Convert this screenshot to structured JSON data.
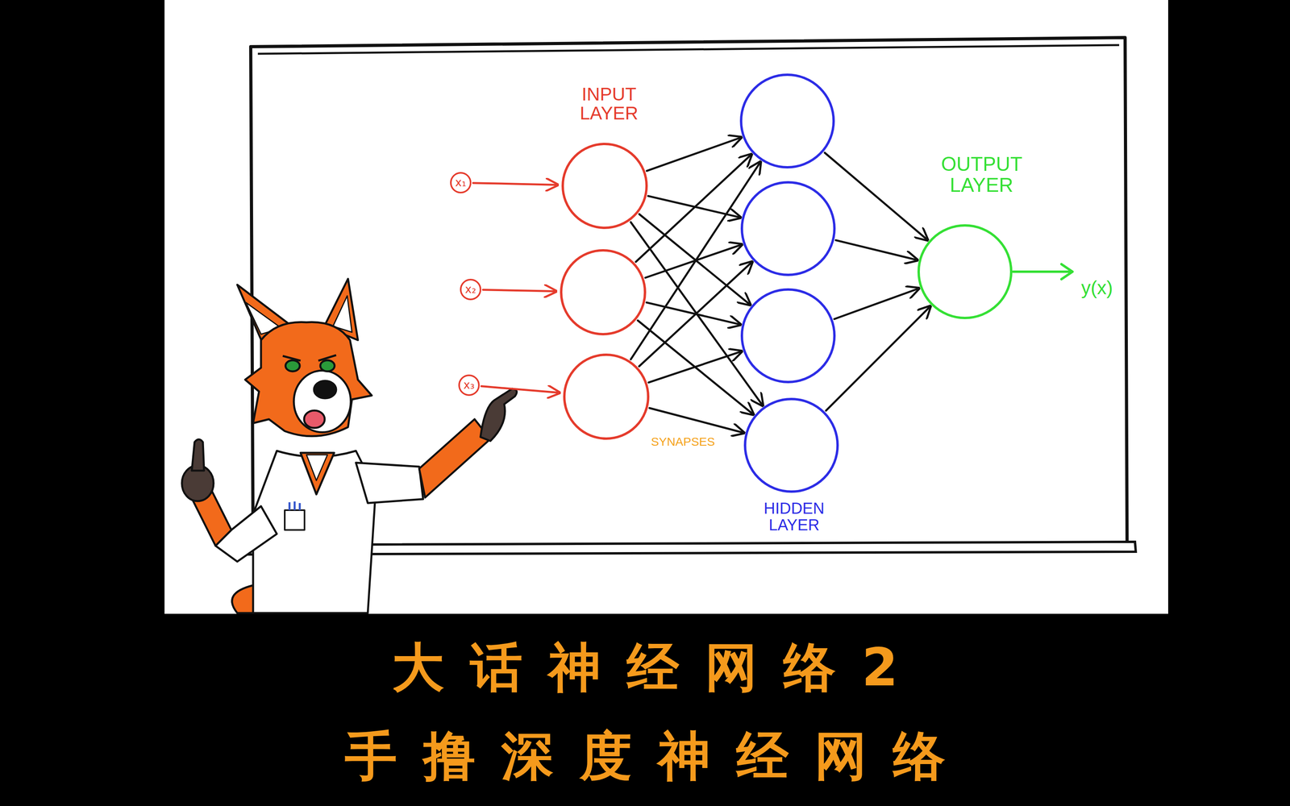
{
  "diagram": {
    "title": "大话神经网络2",
    "caption": "手撸深度神经网络",
    "nodes": [
      {
        "text": [
          "x₁"
        ]
      },
      {
        "text": [
          "x₂"
        ]
      },
      {
        "text": [
          "x₃"
        ]
      },
      {
        "text": []
      },
      {
        "text": []
      },
      {
        "text": []
      },
      {
        "text": []
      },
      {
        "text": []
      },
      {
        "text": []
      },
      {
        "text": []
      },
      {
        "text": []
      }
    ],
    "edges": [
      {
        "from": 0,
        "to": 3,
        "arrow": "to"
      },
      {
        "from": 1,
        "to": 4,
        "arrow": "to"
      },
      {
        "from": 2,
        "to": 5,
        "arrow": "to"
      },
      {
        "from": 3,
        "to": 6,
        "arrow": "to"
      },
      {
        "from": 3,
        "to": 7,
        "arrow": "to"
      },
      {
        "from": 3,
        "to": 8,
        "arrow": "to"
      },
      {
        "from": 3,
        "to": 9,
        "arrow": "to"
      },
      {
        "from": 4,
        "to": 6,
        "arrow": "to"
      },
      {
        "from": 4,
        "to": 7,
        "arrow": "to"
      },
      {
        "from": 4,
        "to": 8,
        "arrow": "to"
      },
      {
        "from": 4,
        "to": 9,
        "arrow": "to"
      },
      {
        "from": 5,
        "to": 6,
        "arrow": "to"
      },
      {
        "from": 5,
        "to": 7,
        "arrow": "to"
      },
      {
        "from": 5,
        "to": 8,
        "arrow": "to"
      },
      {
        "from": 5,
        "to": 9,
        "arrow": "to"
      },
      {
        "from": 6,
        "to": 10,
        "arrow": "to"
      },
      {
        "from": 7,
        "to": 10,
        "arrow": "to"
      },
      {
        "from": 8,
        "to": 10,
        "arrow": "to"
      },
      {
        "from": 9,
        "to": 10,
        "arrow": "to"
      }
    ],
    "labels": [
      "INPUT LAYER",
      "OUTPUT LAYER",
      "y(x)",
      "SYNAPSES",
      "HIDDEN LAYER"
    ]
  }
}
